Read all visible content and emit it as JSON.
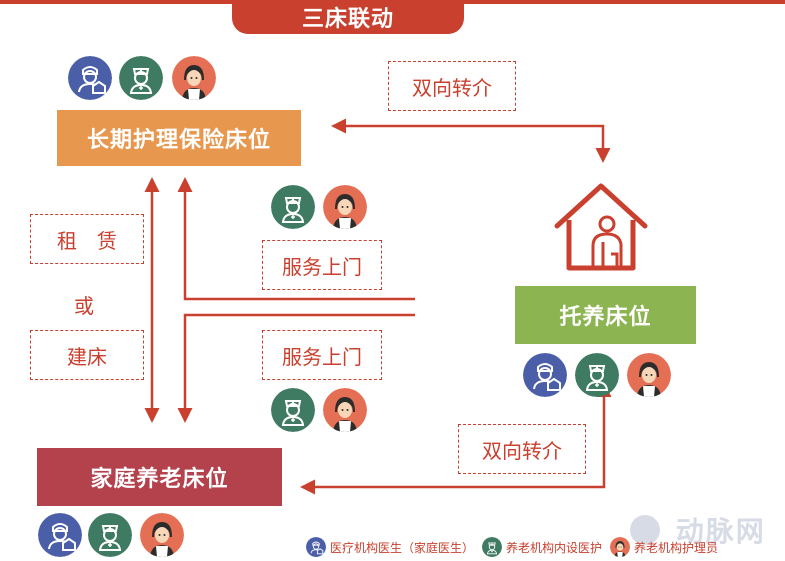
{
  "title": "三床联动",
  "nodes": {
    "ltc": "长期护理保险床位",
    "tuoyang": "托养床位",
    "family": "家庭养老床位"
  },
  "edge_labels": {
    "referral_top": "双向转介",
    "referral_bottom": "双向转介",
    "rent": "租　赁",
    "or": "或",
    "build": "建床",
    "service_upper": "服务上门",
    "service_lower": "服务上门"
  },
  "legend": [
    {
      "icon": "doctor-icon",
      "label": "医疗机构医生（家庭医生）"
    },
    {
      "icon": "nurse-icon",
      "label": "养老机构内设医护"
    },
    {
      "icon": "caregiver-icon",
      "label": "养老机构护理员"
    }
  ],
  "watermark": "动脉网",
  "colors": {
    "accent_red": "#c9402e",
    "ltc_box": "#e8974e",
    "tuoyang_box": "#8cb551",
    "family_box": "#b3424d",
    "doctor": "#4a5fa8",
    "nurse": "#3f7a63",
    "caregiver": "#e46f54"
  }
}
